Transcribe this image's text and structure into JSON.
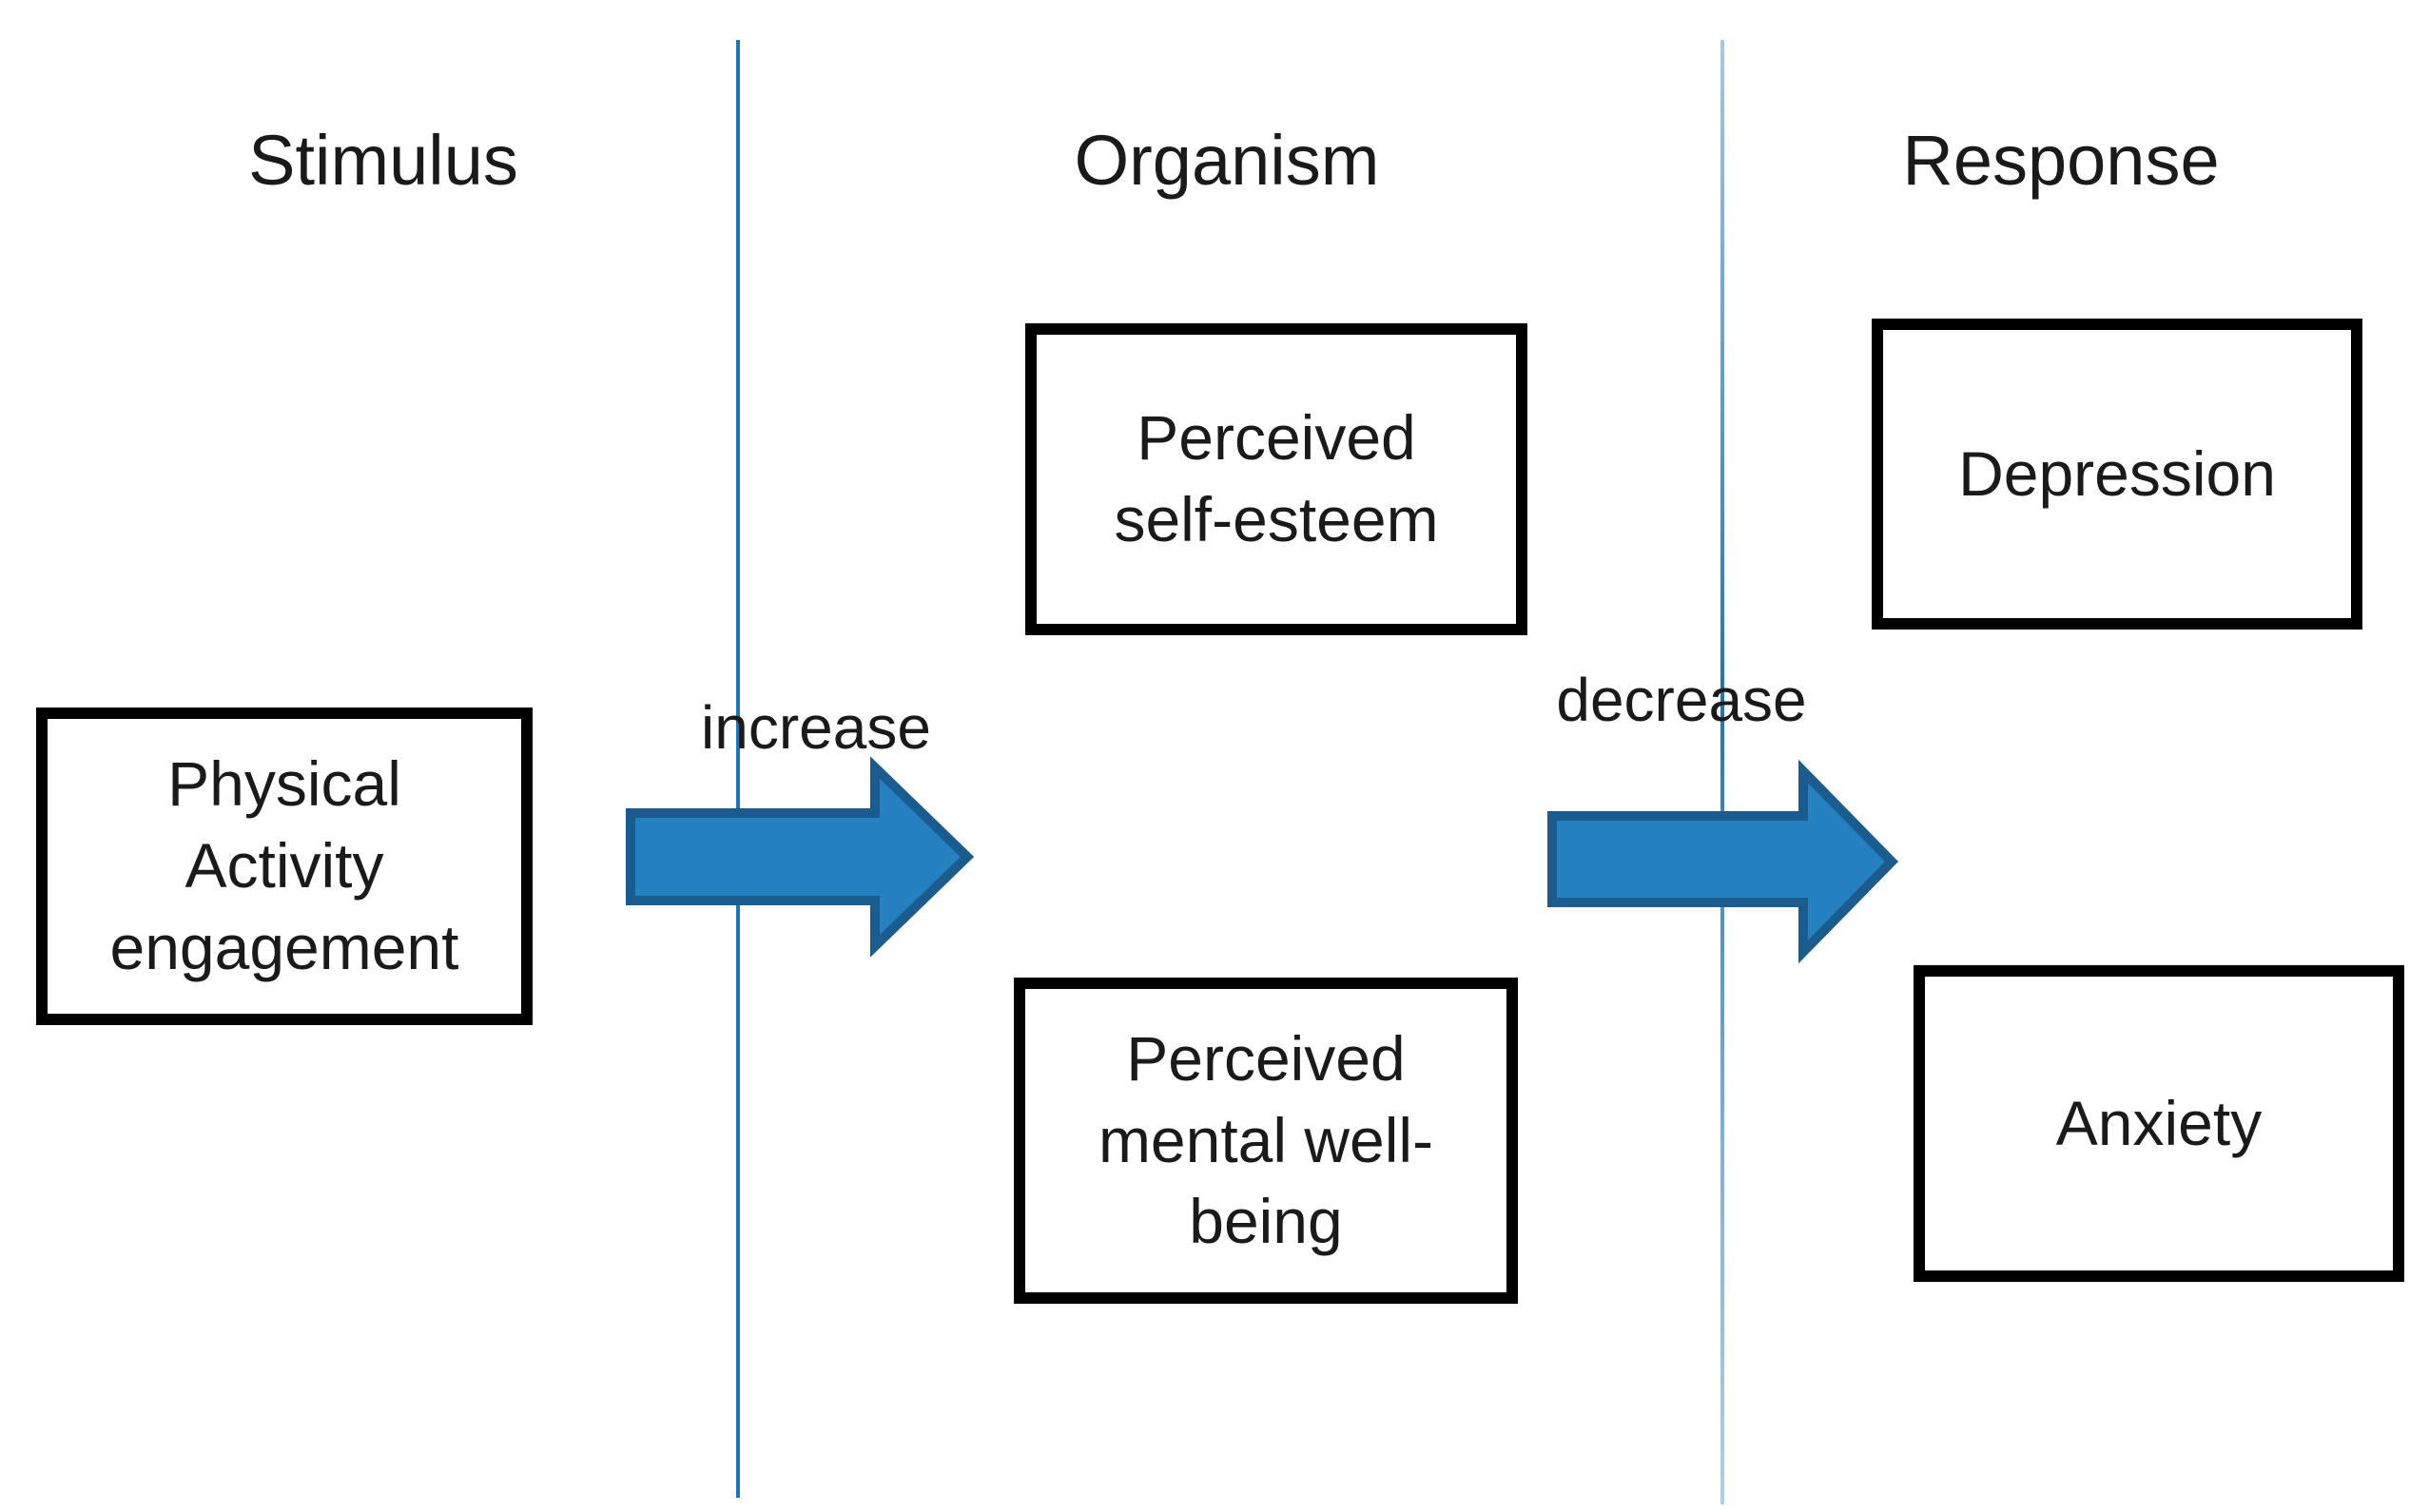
{
  "diagram": {
    "headers": {
      "stimulus": "Stimulus",
      "organism": "Organism",
      "response": "Response"
    },
    "boxes": {
      "physical_activity": "Physical\nActivity\nengagement",
      "perceived_self_esteem": "Perceived\nself-esteem",
      "perceived_mental_wellbeing": "Perceived\nmental well-\nbeing",
      "depression": "Depression",
      "anxiety": "Anxiety"
    },
    "arrows": {
      "increase_label": "increase",
      "decrease_label": "decrease"
    }
  },
  "colors": {
    "arrow_fill": "#2580bf",
    "arrow_stroke": "#1a5c8d",
    "line_blue_dark": "#1f73b9",
    "line_blue_light": "#a6c9e8",
    "box_border": "#000000",
    "text": "#1a1a1a",
    "background": "#ffffff"
  }
}
